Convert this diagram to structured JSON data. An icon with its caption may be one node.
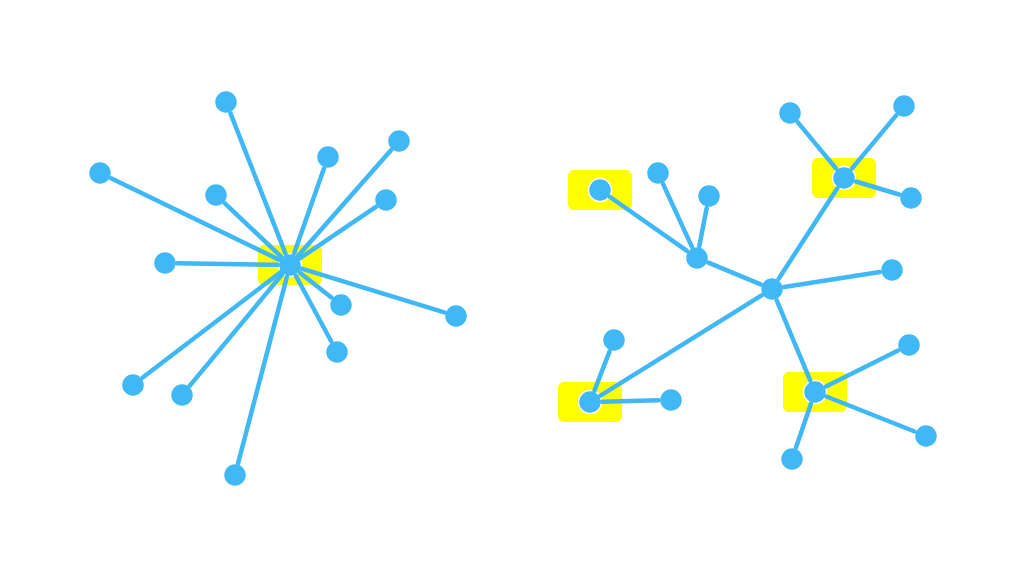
{
  "diagram": {
    "nodes": [
      {
        "text": [],
        "shape": "circle"
      },
      {
        "text": [],
        "shape": "circle"
      },
      {
        "text": [],
        "shape": "circle"
      },
      {
        "text": [],
        "shape": "circle"
      },
      {
        "text": [],
        "shape": "circle"
      },
      {
        "text": [],
        "shape": "circle"
      },
      {
        "text": [],
        "shape": "circle"
      },
      {
        "text": [],
        "shape": "circle"
      },
      {
        "text": [],
        "shape": "circle"
      },
      {
        "text": [],
        "shape": "circle"
      },
      {
        "text": [],
        "shape": "circle"
      },
      {
        "text": [],
        "shape": "circle"
      },
      {
        "text": [],
        "shape": "circle"
      },
      {
        "text": [],
        "shape": "circle"
      },
      {
        "text": [],
        "shape": "circle"
      },
      {
        "text": [],
        "shape": "circle"
      },
      {
        "text": [],
        "shape": "circle"
      },
      {
        "text": [],
        "shape": "circle"
      },
      {
        "text": [],
        "shape": "circle"
      },
      {
        "text": [],
        "shape": "circle"
      },
      {
        "text": [],
        "shape": "circle"
      },
      {
        "text": [],
        "shape": "circle"
      },
      {
        "text": [],
        "shape": "circle"
      },
      {
        "text": [],
        "shape": "circle"
      },
      {
        "text": [],
        "shape": "circle"
      },
      {
        "text": [],
        "shape": "circle"
      },
      {
        "text": [],
        "shape": "circle"
      },
      {
        "text": [],
        "shape": "circle"
      },
      {
        "text": [],
        "shape": "circle"
      },
      {
        "text": [],
        "shape": "circle"
      },
      {
        "text": [],
        "shape": "circle"
      }
    ],
    "edges": [
      {
        "from": 7,
        "to": 0,
        "arrow": "none"
      },
      {
        "from": 7,
        "to": 1,
        "arrow": "none"
      },
      {
        "from": 7,
        "to": 2,
        "arrow": "none"
      },
      {
        "from": 7,
        "to": 3,
        "arrow": "none"
      },
      {
        "from": 7,
        "to": 4,
        "arrow": "none"
      },
      {
        "from": 7,
        "to": 5,
        "arrow": "none"
      },
      {
        "from": 7,
        "to": 6,
        "arrow": "none"
      },
      {
        "from": 7,
        "to": 8,
        "arrow": "none"
      },
      {
        "from": 7,
        "to": 9,
        "arrow": "none"
      },
      {
        "from": 7,
        "to": 10,
        "arrow": "none"
      },
      {
        "from": 7,
        "to": 11,
        "arrow": "none"
      },
      {
        "from": 7,
        "to": 12,
        "arrow": "none"
      },
      {
        "from": 7,
        "to": 13,
        "arrow": "none"
      },
      {
        "from": 21,
        "to": 19,
        "arrow": "none"
      },
      {
        "from": 19,
        "to": 15,
        "arrow": "none"
      },
      {
        "from": 19,
        "to": 17,
        "arrow": "none"
      },
      {
        "from": 19,
        "to": 20,
        "arrow": "none"
      },
      {
        "from": 21,
        "to": 25,
        "arrow": "none"
      },
      {
        "from": 25,
        "to": 22,
        "arrow": "none"
      },
      {
        "from": 25,
        "to": 27,
        "arrow": "none"
      },
      {
        "from": 25,
        "to": 29,
        "arrow": "none"
      },
      {
        "from": 21,
        "to": 26,
        "arrow": "none"
      },
      {
        "from": 21,
        "to": 14,
        "arrow": "none"
      },
      {
        "from": 14,
        "to": 16,
        "arrow": "none"
      },
      {
        "from": 14,
        "to": 18,
        "arrow": "none"
      },
      {
        "from": 21,
        "to": 24,
        "arrow": "none"
      },
      {
        "from": 24,
        "to": 28,
        "arrow": "none"
      },
      {
        "from": 24,
        "to": 30,
        "arrow": "none"
      },
      {
        "from": 24,
        "to": 23,
        "arrow": "none"
      }
    ]
  }
}
